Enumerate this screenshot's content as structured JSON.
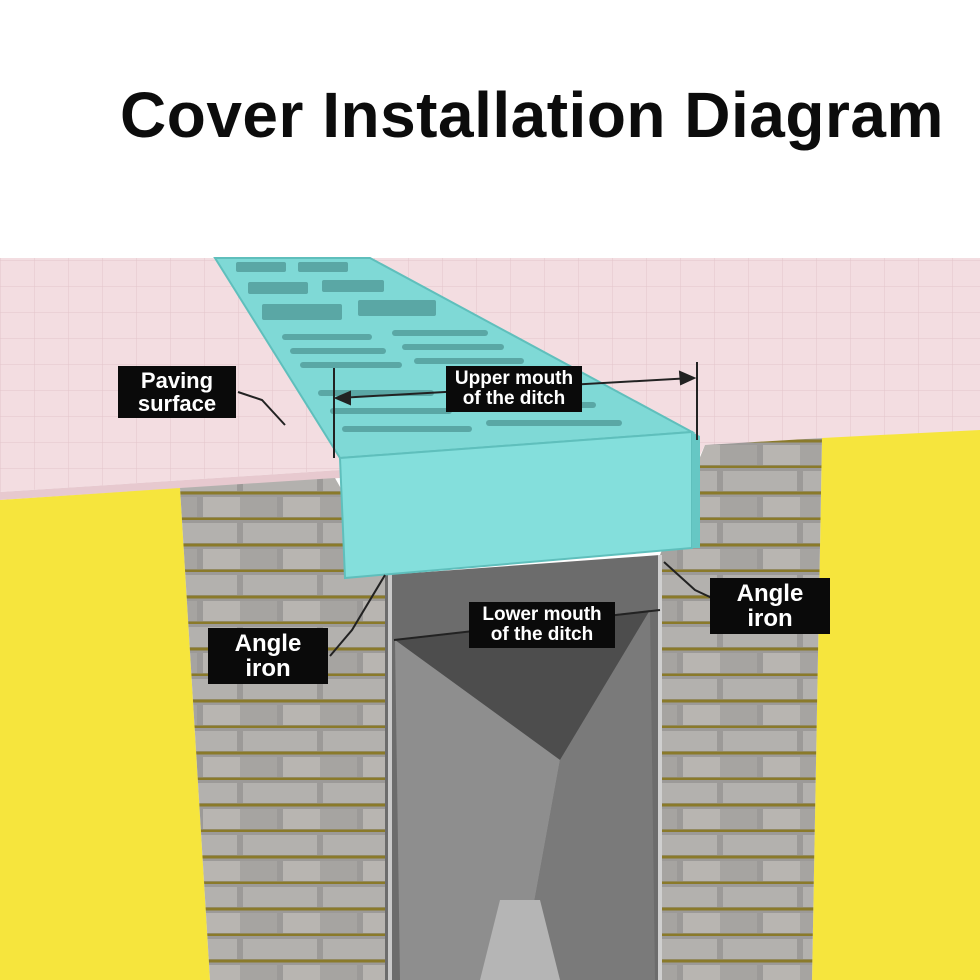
{
  "title": "Cover Installation Diagram",
  "labels": {
    "paving_surface": [
      "Paving",
      "surface"
    ],
    "upper_mouth": [
      "Upper mouth",
      "of the ditch"
    ],
    "lower_mouth": [
      "Lower mouth",
      "of the ditch"
    ],
    "angle_iron_left": [
      "Angle",
      "iron"
    ],
    "angle_iron_right": [
      "Angle",
      "iron"
    ]
  },
  "colors": {
    "paving": "#f3dde1",
    "cover": "#7fdfdd",
    "soil": "#f5e23a",
    "brick": "#9a9a98",
    "channel": "#707070",
    "label_bg": "#0a0a0a"
  }
}
